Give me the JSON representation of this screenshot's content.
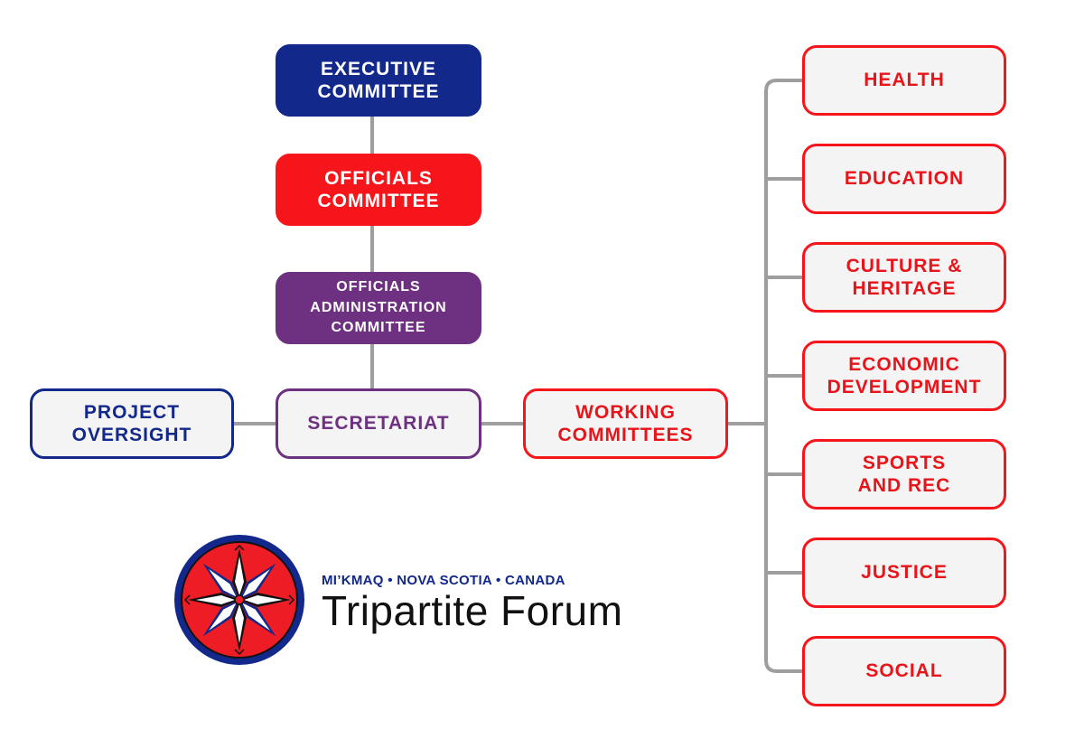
{
  "colors": {
    "navy": "#12288a",
    "red": "#f5151b",
    "purple": "#6e3080",
    "connector": "#9e9e9e",
    "box_fill": "#f4f4f4"
  },
  "nodes": {
    "executive_committee": {
      "lines": [
        "EXECUTIVE",
        "COMMITTEE"
      ]
    },
    "officials_committee": {
      "lines": [
        "OFFICIALS",
        "COMMITTEE"
      ]
    },
    "officials_administration_committee": {
      "lines": [
        "OFFICIALS",
        "ADMINISTRATION",
        "COMMITTEE"
      ]
    },
    "secretariat": {
      "lines": [
        "SECRETARIAT"
      ]
    },
    "project_oversight": {
      "lines": [
        "PROJECT",
        "OVERSIGHT"
      ]
    },
    "working_committees": {
      "lines": [
        "WORKING",
        "COMMITTEES"
      ]
    }
  },
  "working_committees": [
    {
      "lines": [
        "HEALTH"
      ]
    },
    {
      "lines": [
        "EDUCATION"
      ]
    },
    {
      "lines": [
        "CULTURE &",
        "HERITAGE"
      ]
    },
    {
      "lines": [
        "ECONOMIC",
        "DEVELOPMENT"
      ]
    },
    {
      "lines": [
        "SPORTS",
        "AND REC"
      ]
    },
    {
      "lines": [
        "JUSTICE"
      ]
    },
    {
      "lines": [
        "SOCIAL"
      ]
    }
  ],
  "logo": {
    "subtitle": "MI’KMAQ • NOVA SCOTIA • CANADA",
    "title": "Tripartite Forum",
    "icon": "eight-point-star-emblem"
  }
}
